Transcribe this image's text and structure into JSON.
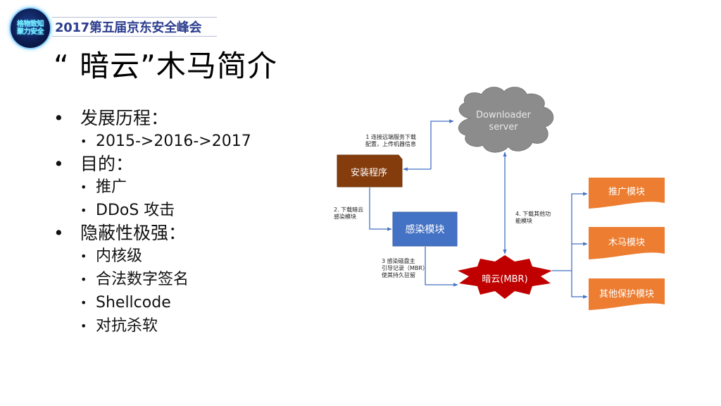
{
  "header": {
    "logo_lines": [
      "格物致知",
      "聚力安全"
    ],
    "conference_title": "2017第五届京东安全峰会"
  },
  "slide": {
    "title": "“ 暗云”木马简介",
    "bullets": [
      {
        "label": "发展历程：",
        "children": [
          "2015->2016->2017"
        ]
      },
      {
        "label": "目的：",
        "children": [
          "推广",
          "DDoS  攻击"
        ]
      },
      {
        "label": "隐蔽性极强：",
        "children": [
          "内核级",
          "合法数字签名",
          "Shellcode",
          "对抗杀软"
        ]
      }
    ]
  },
  "diagram": {
    "nodes": {
      "cloud": {
        "line1": "Downloader",
        "line2": "server",
        "color": "#8c8c8c"
      },
      "installer": {
        "label": "安装程序",
        "color": "#843c0c"
      },
      "infect_module": {
        "label": "感染模块",
        "color": "#4472c4"
      },
      "mbr": {
        "label": "暗云(MBR)",
        "color": "#c00000"
      },
      "module_promo": {
        "label": "推广模块",
        "color": "#ed7d31"
      },
      "module_trojan": {
        "label": "木马模块",
        "color": "#ed7d31"
      },
      "module_protect": {
        "label": "其他保护模块",
        "color": "#ed7d31"
      }
    },
    "notes": {
      "step1": [
        "1  连接远端服务下载",
        "配置，上传机器信息"
      ],
      "step2": [
        "2. 下载暗云",
        "感染模块"
      ],
      "step3": [
        "3  感染磁盘主",
        "引导记录（MBR）",
        "使其持久驻留"
      ],
      "step4": [
        "4. 下载其他功",
        "能模块"
      ]
    },
    "arrow_color": "#4472c4"
  }
}
